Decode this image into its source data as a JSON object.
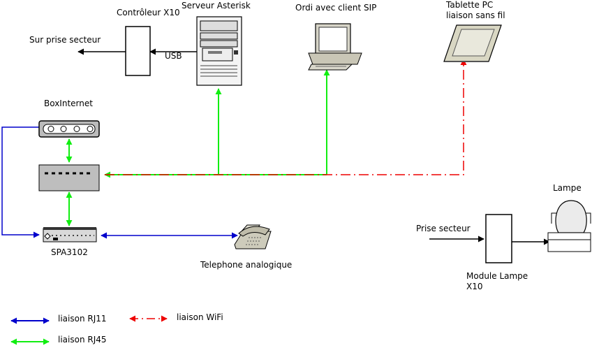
{
  "labels": {
    "x10_controller": "Contrôleur X10",
    "asterisk_server": "Serveur Asterisk",
    "sip_pc": "Ordi avec client SIP",
    "tablet_line1": "Tablette PC",
    "tablet_line2": "liaison sans fil",
    "power_outlet_top": "Sur prise secteur",
    "usb": "USB",
    "box_internet": "BoxInternet",
    "spa": "SPA3102",
    "analog_phone": "Telephone analogique",
    "lamp": "Lampe",
    "power_outlet": "Prise secteur",
    "lamp_module_line1": "Module Lampe",
    "lamp_module_line2": "X10"
  },
  "legend": {
    "rj11": "liaison RJ11",
    "wifi": "liaison WiFi",
    "rj45": "liaison RJ45"
  },
  "colors": {
    "rj11": "#0000cc",
    "rj45": "#11ee11",
    "wifi": "#ee0000",
    "line": "#000000"
  }
}
